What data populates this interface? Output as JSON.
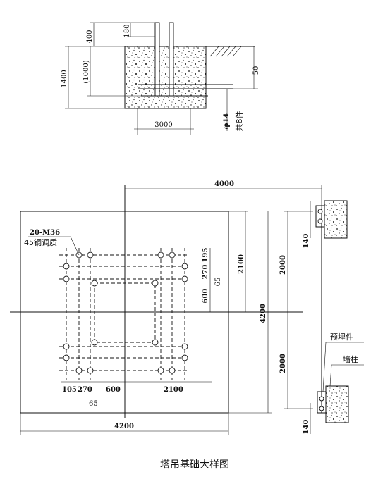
{
  "section": {
    "dim_400": "400",
    "dim_180": "180",
    "dim_1400": "1400",
    "dim_1000": "(1000)",
    "dim_50": "50",
    "dim_3000": "3000",
    "rebar_note": "φ14",
    "count_note": "共8件"
  },
  "plan": {
    "dim_4000": "4000",
    "dim_2100_v": "2100",
    "dim_2000_top": "2000",
    "dim_2000_bottom": "2000",
    "dim_4200_v": "4200",
    "dim_140_top": "140",
    "dim_140_bottom": "140",
    "dim_195": "195",
    "dim_270_v": "270",
    "dim_65_v": "65",
    "dim_600_v": "600",
    "bolt_note": "20-M36",
    "steel_note": "45钢调质",
    "dim_105": "105",
    "dim_270_h": "270",
    "dim_600_h": "600",
    "dim_2100_h": "2100",
    "dim_65_h": "65",
    "dim_4200_h": "4200",
    "label_embedded": "预埋件",
    "label_wall_column": "墙柱"
  },
  "caption": "塔吊基础大样图"
}
